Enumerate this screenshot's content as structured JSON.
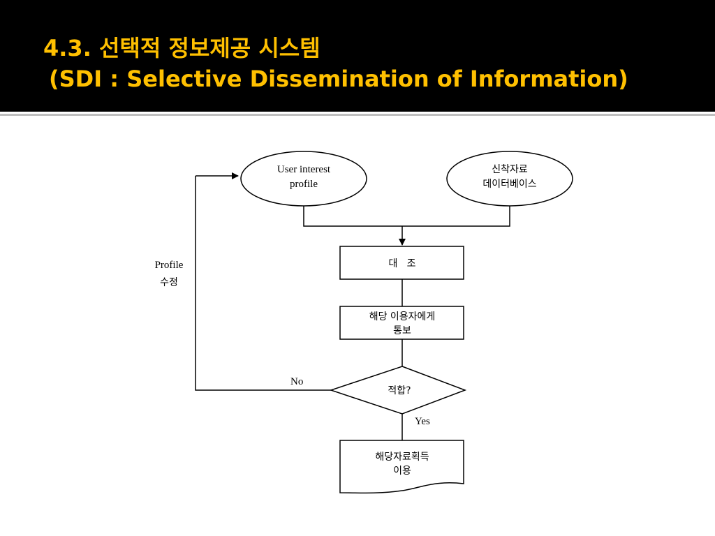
{
  "title": {
    "line1": "4.3. 선택적 정보제공 시스템",
    "line2": "(SDI : Selective Dissemination of Information)"
  },
  "colors": {
    "title_text": "#ffc000",
    "title_background": "#000000",
    "diagram_stroke": "#000000"
  },
  "diagram": {
    "user_profile": {
      "line1": "User interest",
      "line2": "profile"
    },
    "new_database": {
      "line1": "신착자료",
      "line2": "데이터베이스"
    },
    "compare": "대   조",
    "notify": {
      "line1": "해당 이용자에게",
      "line2": "통보"
    },
    "decision": "적합?",
    "yes_label": "Yes",
    "no_label": "No",
    "profile_edit": {
      "line1": "Profile",
      "line2": "수정"
    },
    "acquire": {
      "line1": "해당자료획득",
      "line2": "이용"
    }
  }
}
